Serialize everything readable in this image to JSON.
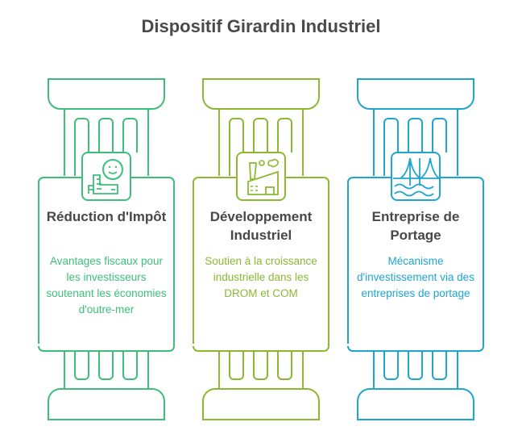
{
  "title": "Dispositif Girardin Industriel",
  "pillars": [
    {
      "heading": "Réduction d'Impôt",
      "description": "Avantages fiscaux pour les investisseurs soutenant les économies d'outre-mer",
      "color": "#3dbf7a",
      "icon": "thumbs-up-smile-icon"
    },
    {
      "heading": "Développement Industriel",
      "description": "Soutien à la croissance industrielle dans les DROM et COM",
      "color": "#8cb833",
      "icon": "factory-icon"
    },
    {
      "heading": "Entreprise de Portage",
      "description": "Mécanisme d'investissement via des entreprises de portage",
      "color": "#1ea6d1",
      "icon": "bridge-icon"
    }
  ]
}
